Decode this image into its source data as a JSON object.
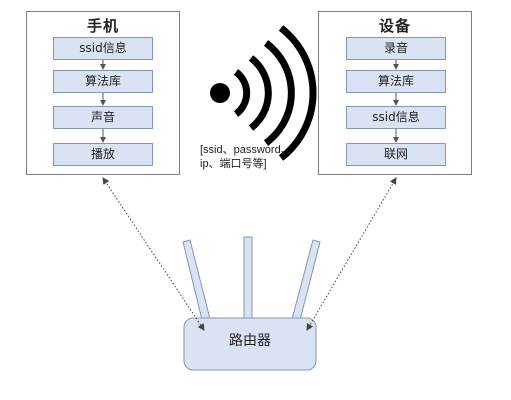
{
  "phone": {
    "title": "手机",
    "steps": [
      "ssid信息",
      "算法库",
      "声音",
      "播放"
    ]
  },
  "device": {
    "title": "设备",
    "steps": [
      "录音",
      "算法库",
      "ssid信息",
      "联网"
    ]
  },
  "caption": {
    "line1": "[ssid、password、",
    "line2": "ip、端口号等]"
  },
  "router": {
    "label": "路由器"
  },
  "colors": {
    "step_fill": "#dae3f3",
    "step_border": "#8497b0",
    "router_fill": "#dae3f3",
    "antenna_fill": "#dae3f3",
    "wifi_icon": "#000000"
  }
}
